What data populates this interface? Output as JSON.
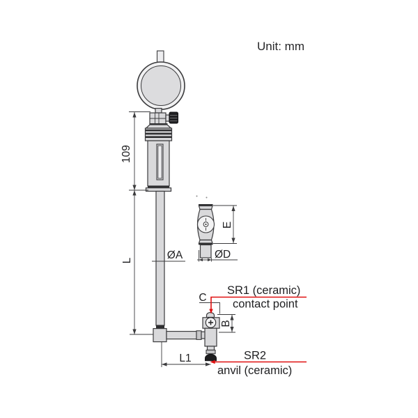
{
  "header": {
    "unit_label": "Unit: mm"
  },
  "drawing": {
    "dimensions": {
      "handle_length": "109",
      "stem_length": "L",
      "stem_diameter": "ØA",
      "detail_height": "E",
      "detail_diameter": "ØD",
      "contact_height": "C",
      "head_height": "B",
      "anvil_offset": "L1"
    },
    "callouts": {
      "sr1": "SR1 (ceramic)",
      "sr1_sub": "contact point",
      "sr2": "SR2",
      "sr2_sub": "anvil (ceramic)"
    },
    "colors": {
      "outline": "#3b3b3d",
      "part_fill": "#d9d9db",
      "callout_red": "#e01010",
      "text": "#1f1f21"
    }
  }
}
